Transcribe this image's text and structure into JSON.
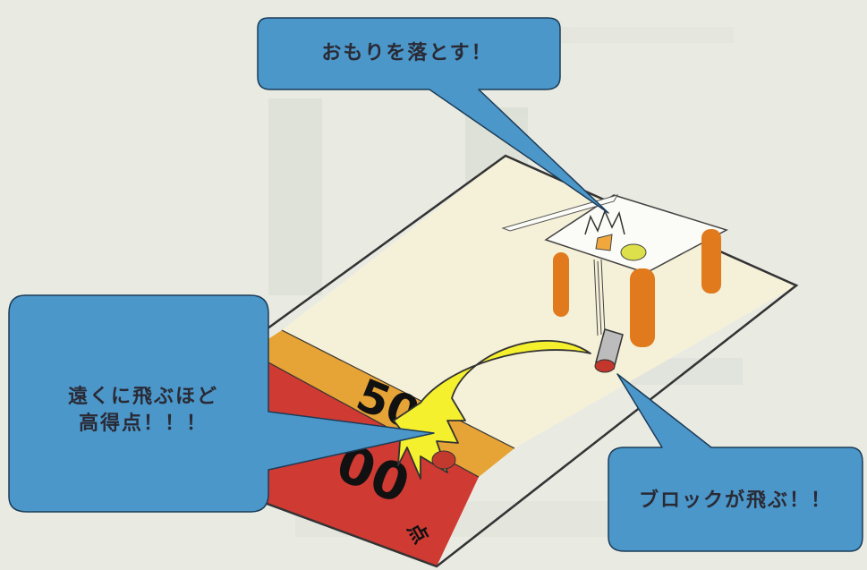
{
  "bubbles": {
    "drop_weight": "おもりを落とす！",
    "far_high_score_line1": "遠くに飛ぶほど",
    "far_high_score_line2": "高得点！！！",
    "block_flies": "ブロックが飛ぶ！！"
  },
  "board": {
    "score_50": "50",
    "score_100_digits": "00",
    "score_unit": "点"
  },
  "colors": {
    "bubble_fill": "#4b97c9",
    "board_cream": "#f5f0d8",
    "zone_orange": "#e6a336",
    "zone_red": "#cf3a33",
    "table_leg": "#e07a1c",
    "arrow_yellow": "#f5f02d"
  }
}
